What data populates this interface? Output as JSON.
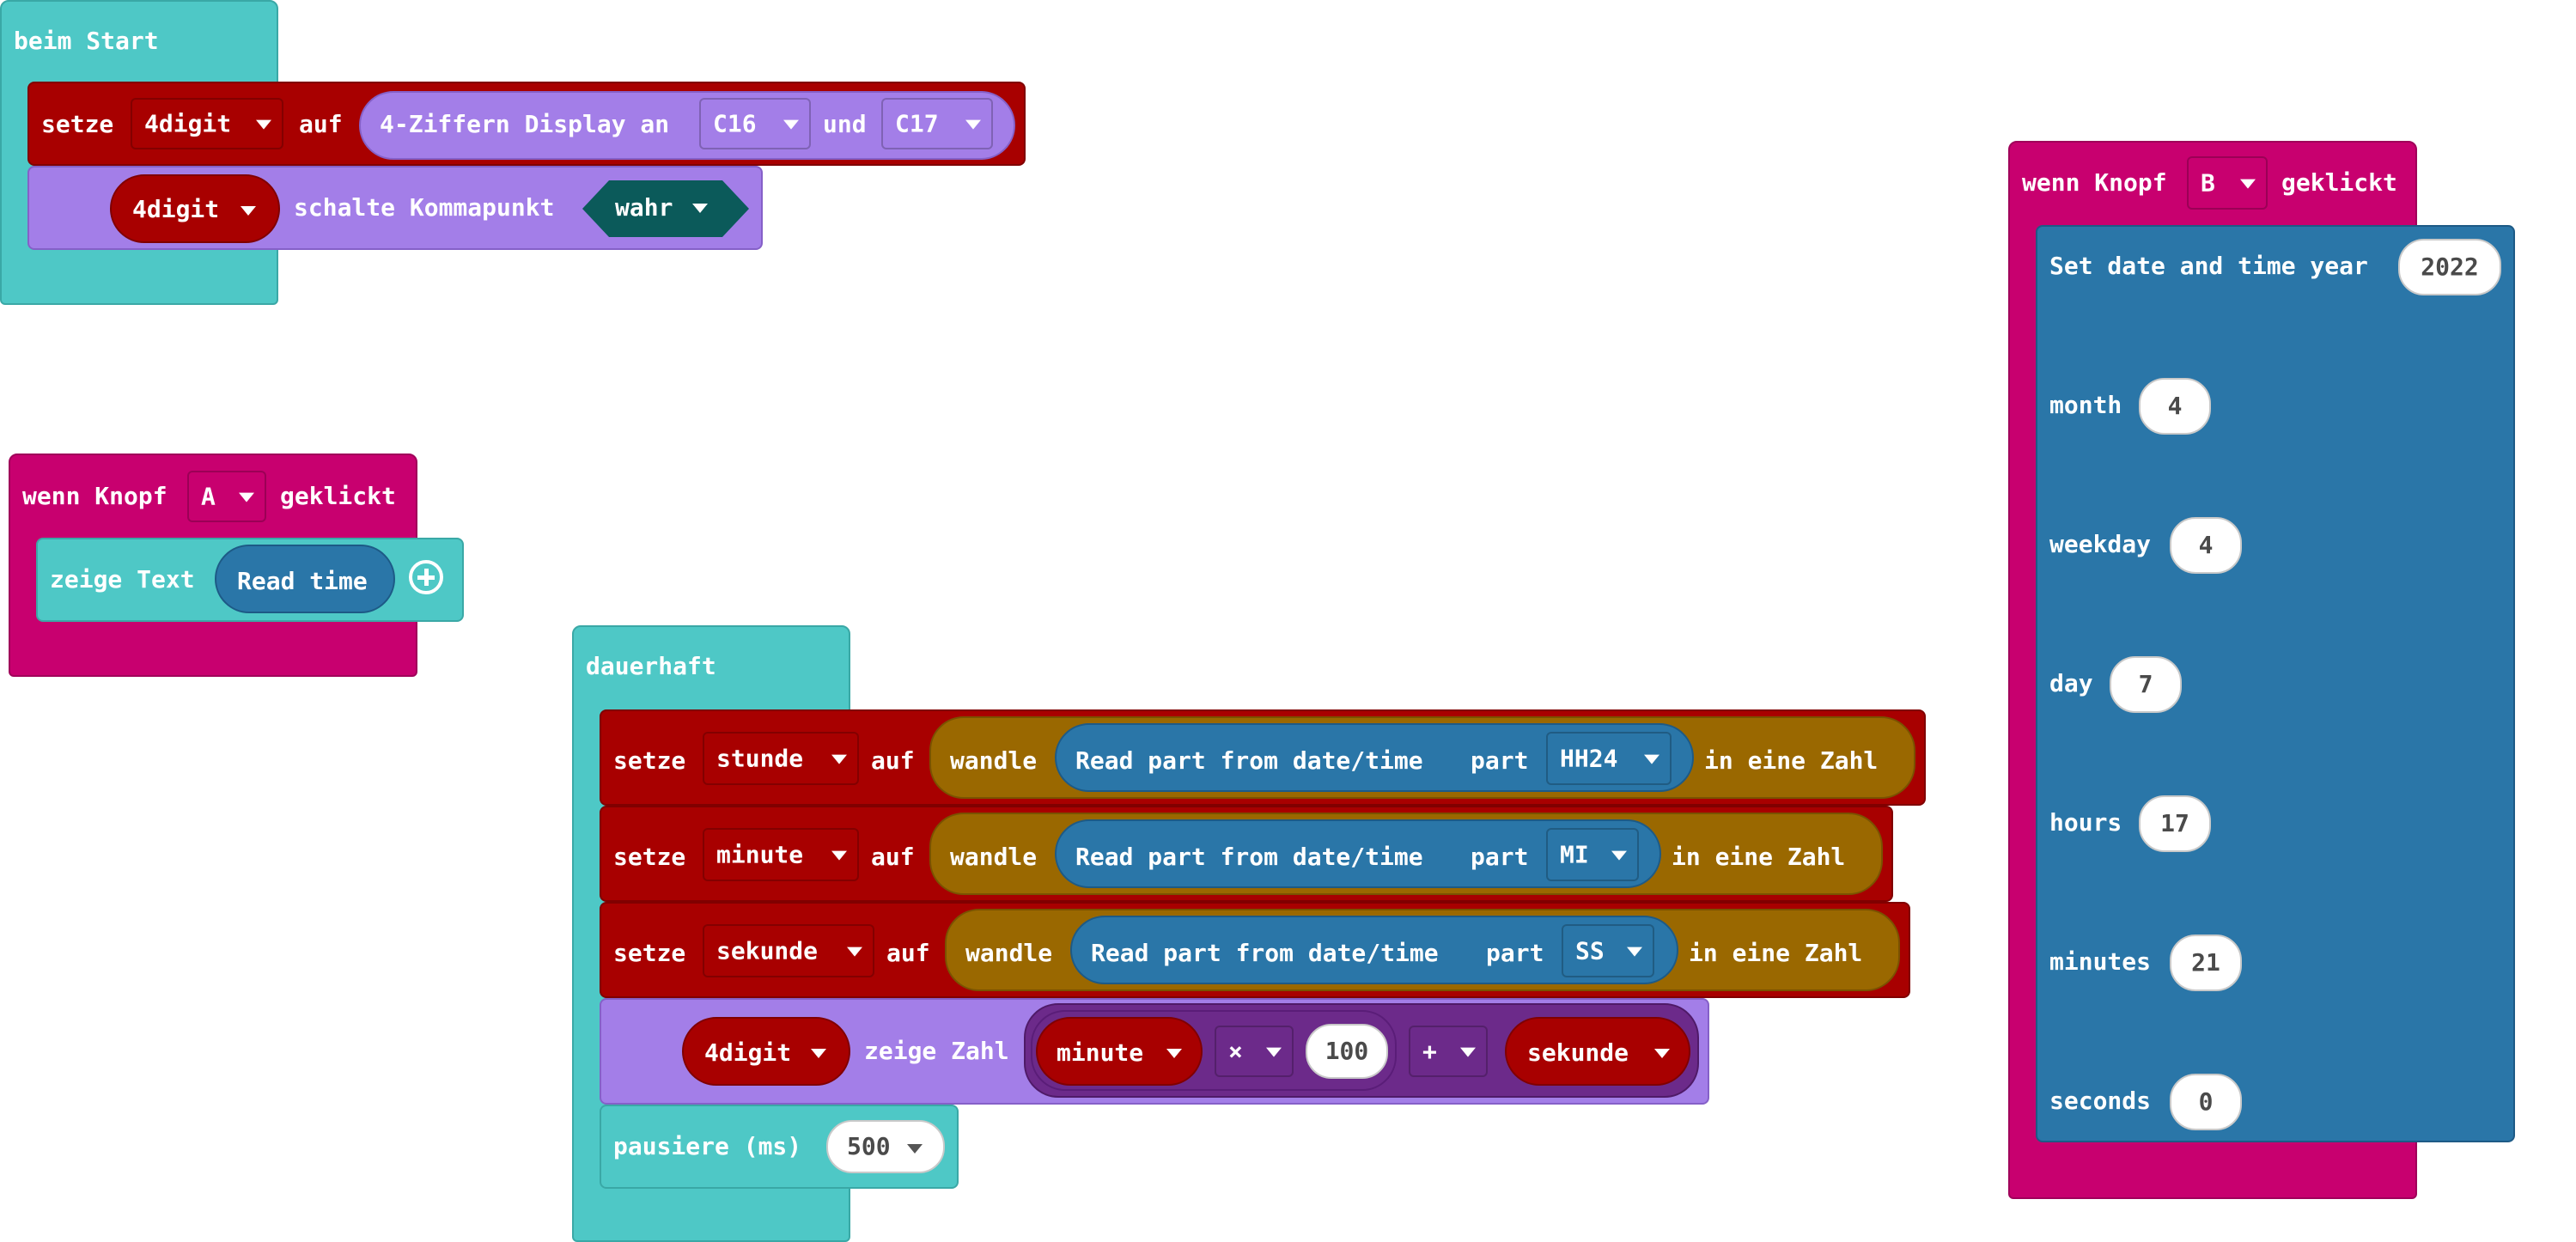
{
  "on_start": {
    "title": "beim Start",
    "set_kw": "setze",
    "var": "4digit",
    "to_kw": "auf",
    "display_label": "4-Ziffern Display an",
    "pin1": "C16",
    "and_kw": "und",
    "pin2": "C17",
    "dp_var": "4digit",
    "dp_label": "schalte Kommapunkt",
    "dp_value": "wahr"
  },
  "button_a": {
    "when_kw": "wenn Knopf",
    "button": "A",
    "clicked_kw": "geklickt",
    "show_kw": "zeige Text",
    "text_value": "Read time"
  },
  "forever": {
    "title": "dauerhaft",
    "rows": [
      {
        "set_kw": "setze",
        "var": "stunde",
        "to_kw": "auf",
        "convert_kw": "wandle",
        "read_label": "Read part from date/time",
        "part_kw": "part",
        "part": "HH24",
        "suffix": "in eine Zahl"
      },
      {
        "set_kw": "setze",
        "var": "minute",
        "to_kw": "auf",
        "convert_kw": "wandle",
        "read_label": "Read part from date/time",
        "part_kw": "part",
        "part": "MI",
        "suffix": "in eine Zahl"
      },
      {
        "set_kw": "setze",
        "var": "sekunde",
        "to_kw": "auf",
        "convert_kw": "wandle",
        "read_label": "Read part from date/time",
        "part_kw": "part",
        "part": "SS",
        "suffix": "in eine Zahl"
      }
    ],
    "show_var": "4digit",
    "show_label": "zeige Zahl",
    "expr": {
      "a": "minute",
      "op1": "×",
      "n": "100",
      "op2": "+",
      "b": "sekunde"
    },
    "pause_label": "pausiere (ms)",
    "pause_value": "500"
  },
  "button_b": {
    "when_kw": "wenn Knopf",
    "button": "B",
    "clicked_kw": "geklickt",
    "set_label": "Set date and time year",
    "year": "2022",
    "fields": [
      {
        "label": "month",
        "value": "4"
      },
      {
        "label": "weekday",
        "value": "4"
      },
      {
        "label": "day",
        "value": "7"
      },
      {
        "label": "hours",
        "value": "17"
      },
      {
        "label": "minutes",
        "value": "21"
      },
      {
        "label": "seconds",
        "value": "0"
      }
    ]
  },
  "colors": {
    "basic": "#4ec8c6",
    "input": "#c8006f",
    "variables": "#a80000",
    "display": "#a37ee8",
    "math": "#6c2a8a",
    "conversion": "#9a6800",
    "datetime": "#2a76a8",
    "logic": "#0b5a5a"
  }
}
